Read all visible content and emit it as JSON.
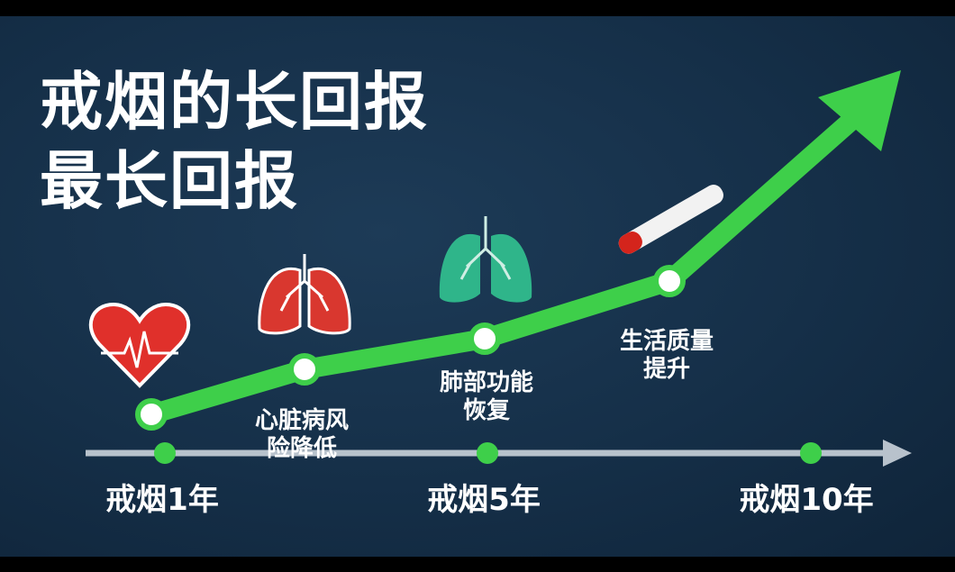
{
  "title": {
    "line1": "戒烟的长回报",
    "line2": "最长回报"
  },
  "colors": {
    "background": "#152f48",
    "growth_line": "#3ecf4a",
    "axis": "#b8c2cc",
    "heart": "#e0302b",
    "lungs_damaged": "#d9372f",
    "lungs_healthy": "#2fb58a"
  },
  "timeline": {
    "years": [
      {
        "label": "戒烟1年"
      },
      {
        "label": "戒烟5年"
      },
      {
        "label": "戒烟10年"
      }
    ],
    "milestones": [
      {
        "line1": "心脏病风",
        "line2": "险降低",
        "icon": "red-lungs-icon"
      },
      {
        "line1": "肺部功能",
        "line2": "恢复",
        "icon": "healthy-lungs-icon"
      },
      {
        "line1": "生活质量",
        "line2": "提升",
        "icon": "cigarette-icon"
      }
    ],
    "start_icon": "heart-pulse-icon"
  }
}
